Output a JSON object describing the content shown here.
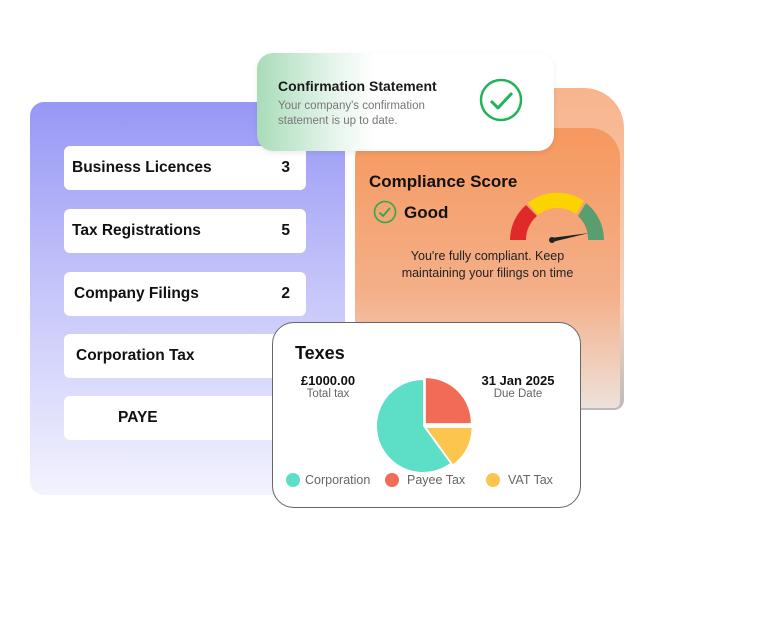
{
  "summary_list": [
    {
      "label": "Business Licences",
      "count": "3"
    },
    {
      "label": "Tax Registrations",
      "count": "5"
    },
    {
      "label": "Company Filings",
      "count": "2"
    },
    {
      "label": "Corporation Tax",
      "count": ""
    },
    {
      "label": "PAYE",
      "count": ""
    }
  ],
  "confirmation": {
    "title": "Confirmation Statement",
    "text_line1": "Your company's confirmation",
    "text_line2": "statement is up to date."
  },
  "compliance": {
    "title": "Compliance Score",
    "status": "Good",
    "text_line1": "You're fully compliant. Keep",
    "text_line2": "maintaining your filings on time",
    "score_fraction": 0.95
  },
  "taxes": {
    "title": "Texes",
    "total_value": "£1000.00",
    "total_label": "Total tax",
    "due_value": "31 Jan 2025",
    "due_label": "Due Date"
  },
  "chart_data": {
    "type": "pie",
    "title": "Texes",
    "categories": [
      "Corporation",
      "Payee Tax",
      "VAT Tax"
    ],
    "values": [
      60,
      25,
      15
    ],
    "colors": [
      "#5ddfc7",
      "#f26b56",
      "#fbc54e"
    ],
    "legend": "bottom"
  }
}
